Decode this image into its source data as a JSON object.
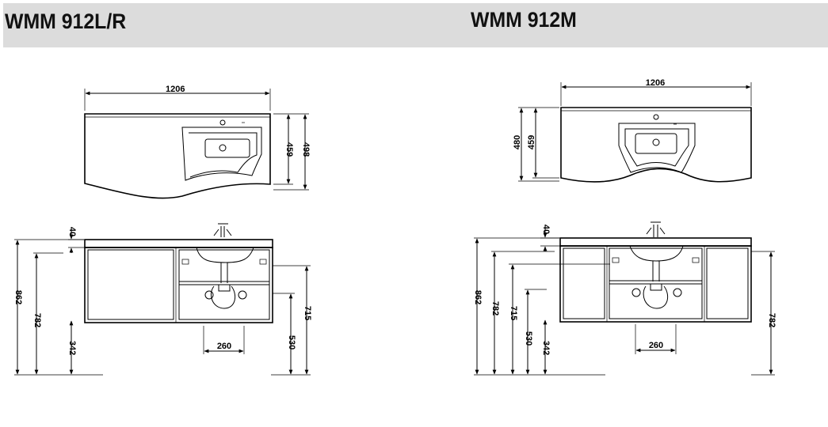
{
  "header": {
    "left_title": "WMM 912L/R",
    "right_title": "WMM 912M"
  },
  "left_model": {
    "top_view": {
      "width": "1206",
      "depth_inner": "459",
      "depth_outer": "498"
    },
    "front_view": {
      "top_thickness": "40",
      "total_height": "862",
      "cabinet_height": "782",
      "bottom_height": "342",
      "drain_height": "715",
      "drain_lower": "530",
      "drain_width": "260"
    }
  },
  "right_model": {
    "top_view": {
      "width": "1206",
      "depth_outer": "480",
      "depth_inner": "459"
    },
    "front_view": {
      "top_thickness": "40",
      "total_height": "862",
      "cabinet_height": "782",
      "drain_height": "715",
      "drain_lower": "530",
      "bottom_height": "342",
      "side_height": "782",
      "drain_width": "260"
    }
  }
}
